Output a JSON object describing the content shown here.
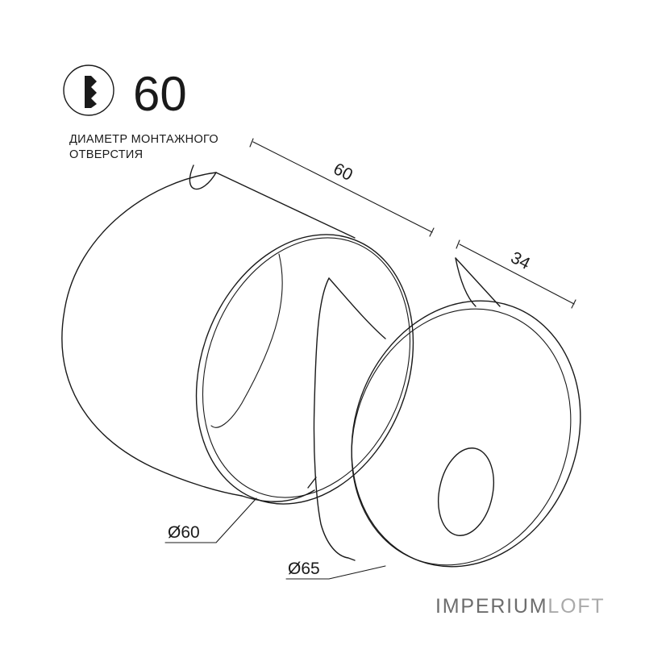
{
  "header": {
    "icon": "drill-bit-icon",
    "hole_value": "60",
    "caption_line1": "ДИАМЕТР МОНТАЖНОГО",
    "caption_line2": "ОТВЕРСТИЯ"
  },
  "dimensions": {
    "length": "60",
    "depth": "34",
    "inner_diameter": "Ø60",
    "outer_diameter": "Ø65"
  },
  "brand": {
    "part1": "IMPERIUM",
    "part2": "LOFT"
  },
  "colors": {
    "line": "#1a1a1a",
    "brand_main": "#6d6d6d",
    "brand_accent": "#aaaaaa",
    "background": "#ffffff"
  }
}
